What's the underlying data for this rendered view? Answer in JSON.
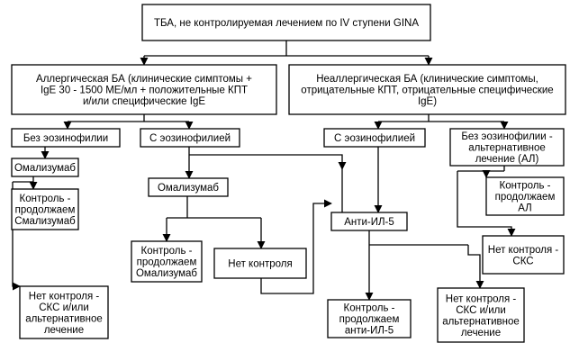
{
  "nodes": {
    "root": [
      "ТБА, не контролируемая лечением по IV  ступени  GINA"
    ],
    "allergic": [
      "Аллергическая БА (клинические симптомы +",
      "IgE 30 - 1500 МЕ/мл + положительные КПТ",
      "и/или специфические IgE"
    ],
    "nonallergic": [
      "Неаллергическая БА (клинические симптомы,",
      "отрицательные КПТ, отрицательные специфические",
      "IgE)"
    ],
    "no_eos": [
      "Без эозинофилии"
    ],
    "with_eos_a": [
      "С эозинофилией"
    ],
    "with_eos_n": [
      "С эозинофилией"
    ],
    "no_eos_alt": [
      "Без эозинофилии -",
      "альтернативное",
      "лечение (АЛ)"
    ],
    "omal1": [
      "Омализумаб"
    ],
    "ctrl_omal1": [
      "Контроль -",
      "продолжаем",
      "Смализумаб"
    ],
    "omal2": [
      "Омализумаб"
    ],
    "anti_il5": [
      "Анти-ИЛ-5"
    ],
    "ctrl_al": [
      "Контроль -",
      "продолжаем",
      "АЛ"
    ],
    "ctrl_omal2": [
      "Контроль -",
      "продолжаем",
      "Омализумаб"
    ],
    "no_ctrl": [
      "Нет контроля"
    ],
    "no_ctrl_scs": [
      "Нет контроля -",
      "СКС"
    ],
    "no_ctrl_scs_alt": [
      "Нет контроля -",
      "СКС и/или",
      "альтернативное",
      "лечение"
    ],
    "ctrl_il5": [
      "Контроль -",
      "продолжаем",
      "анти-ИЛ-5"
    ],
    "no_ctrl_scs_alt2": [
      "Нет контроля -",
      "СКС и/или",
      "альтернативное",
      "лечение"
    ]
  }
}
